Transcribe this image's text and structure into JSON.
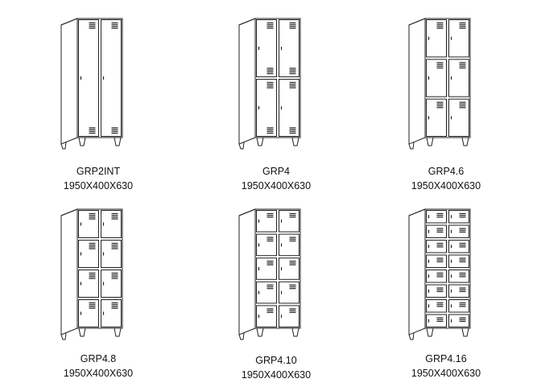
{
  "lockers": [
    {
      "model": "GRP2INT",
      "dims": "1950X400X630",
      "compartments_per_column": 1
    },
    {
      "model": "GRP4",
      "dims": "1950X400X630",
      "compartments_per_column": 2
    },
    {
      "model": "GRP4.6",
      "dims": "1950X400X630",
      "compartments_per_column": 3
    },
    {
      "model": "GRP4.8",
      "dims": "1950X400X630",
      "compartments_per_column": 4
    },
    {
      "model": "GRP4.10",
      "dims": "1950X400X630",
      "compartments_per_column": 5
    },
    {
      "model": "GRP4.16",
      "dims": "1950X400X630",
      "compartments_per_column": 8
    }
  ]
}
